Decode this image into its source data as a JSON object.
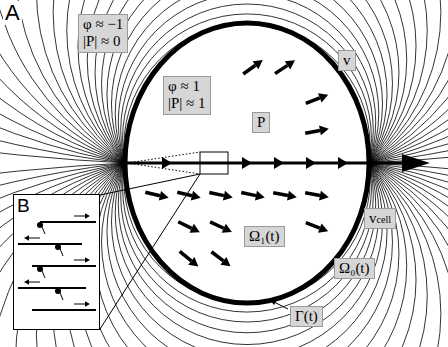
{
  "diagram": {
    "nodes": [
      {
        "text": [
          "φ ≈ −1",
          "|P| ≈ 0"
        ]
      },
      {
        "text": [
          "φ ≈ 1",
          "|P| ≈ 1"
        ]
      },
      {
        "text": [
          "v"
        ]
      },
      {
        "text": [
          "P"
        ]
      },
      {
        "text": [
          "vcell"
        ]
      },
      {
        "text": [
          "Ω₁(t)"
        ]
      },
      {
        "text": [
          "Ω₀(t)"
        ]
      },
      {
        "text": [
          "Γ(t)"
        ]
      },
      {
        "text": [
          "B"
        ]
      }
    ],
    "labels": [
      "A"
    ]
  }
}
